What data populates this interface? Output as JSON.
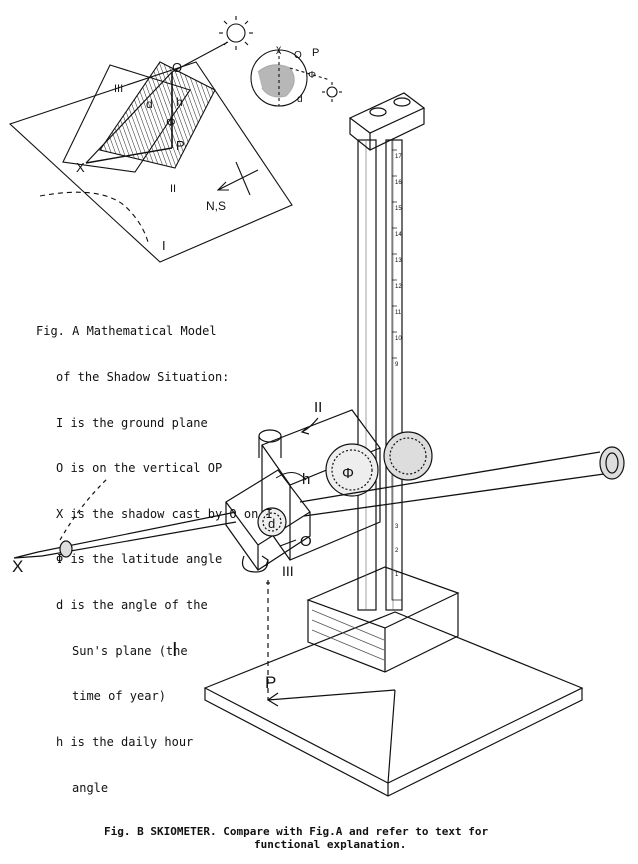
{
  "figA": {
    "legend": [
      "Fig. A Mathematical Model",
      "of the Shadow Situation:",
      "I is the ground plane",
      "O is on the vertical OP",
      "X is the shadow cast by O on I",
      "Φ is the latitude angle",
      "d is the angle of the",
      "Sun's plane (the",
      "time of year)",
      "h is the daily hour",
      "angle"
    ],
    "labels": {
      "O": "O",
      "h": "h",
      "d": "d",
      "phi": "Φ",
      "P": "P",
      "X": "X",
      "III": "III",
      "II": "II",
      "I": "I",
      "NS": "N,S"
    },
    "inset_labels": {
      "chi": "χ",
      "O": "O",
      "P": "P",
      "phi": "Φ",
      "d": "d"
    }
  },
  "figB": {
    "labels": {
      "II": "II",
      "h": "h",
      "phi": "Φ",
      "d": "d",
      "O": "O",
      "III": "III",
      "X": "X",
      "I": "I",
      "P": "P"
    },
    "scale_ticks": [
      "17",
      "16",
      "15",
      "14",
      "13",
      "12",
      "11",
      "10",
      "9"
    ],
    "lower_ticks": [
      "3",
      "2",
      "1"
    ],
    "caption_line1": "Fig. B   SKIOMETER.  Compare with Fig.A and refer to text for",
    "caption_line2": "functional explanation."
  }
}
